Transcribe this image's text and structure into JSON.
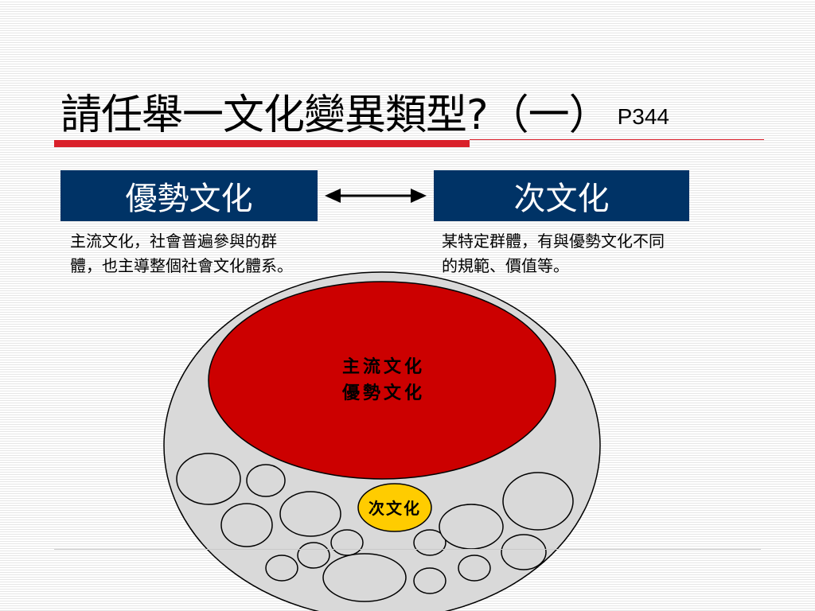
{
  "slide": {
    "title": "請任舉一文化變異類型?（一）",
    "page_ref": "P344"
  },
  "left": {
    "heading": "優勢文化",
    "description": "主流文化，社會普遍參與的群體，也主導整個社會文化體系。"
  },
  "right": {
    "heading": "次文化",
    "description": "某特定群體，有與優勢文化不同的規範、價值等。"
  },
  "diagram": {
    "main_label_line1": "主流文化",
    "main_label_line2": "優勢文化",
    "sub_label": "次文化",
    "colors": {
      "outer": "#d9d9d9",
      "dominant": "#cc0000",
      "sub": "#ffcc00",
      "header_box": "#003366",
      "accent_bar": "#d9202a"
    }
  }
}
